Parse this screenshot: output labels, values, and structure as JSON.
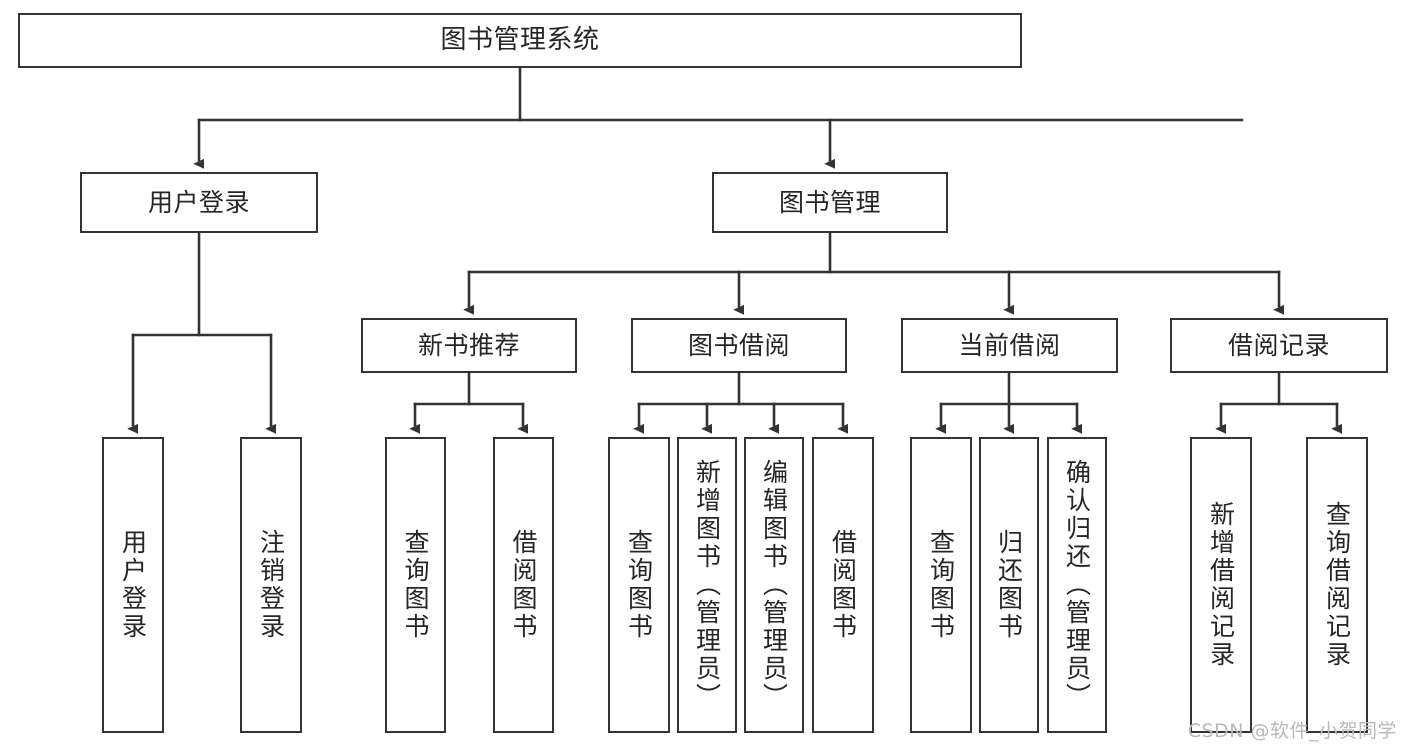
{
  "diagram": {
    "title": "图书管理系统",
    "type": "tree-hierarchy",
    "watermark": "CSDN @软件_小贺同学",
    "colors": {
      "box_border": "#333333",
      "box_fill": "#ffffff",
      "connector": "#333333",
      "text": "#262626",
      "background": "#ffffff",
      "watermark": "#b9b9b9"
    },
    "root": {
      "label": "图书管理系统"
    },
    "level2": [
      {
        "label": "用户登录"
      },
      {
        "label": "图书管理"
      }
    ],
    "level3": [
      {
        "label": "新书推荐"
      },
      {
        "label": "图书借阅"
      },
      {
        "label": "当前借阅"
      },
      {
        "label": "借阅记录"
      }
    ],
    "leaves": {
      "user_login": [
        {
          "label": "用户登录"
        },
        {
          "label": "注销登录"
        }
      ],
      "new_book_recommend": [
        {
          "label": "查询图书"
        },
        {
          "label": "借阅图书"
        }
      ],
      "book_borrow": [
        {
          "label": "查询图书"
        },
        {
          "label": "新增图书（管理员）"
        },
        {
          "label": "编辑图书（管理员）"
        },
        {
          "label": "借阅图书"
        }
      ],
      "current_borrow": [
        {
          "label": "查询图书"
        },
        {
          "label": "归还图书"
        },
        {
          "label": "确认归还（管理员）"
        }
      ],
      "borrow_record": [
        {
          "label": "新增借阅记录"
        },
        {
          "label": "查询借阅记录"
        }
      ]
    }
  }
}
